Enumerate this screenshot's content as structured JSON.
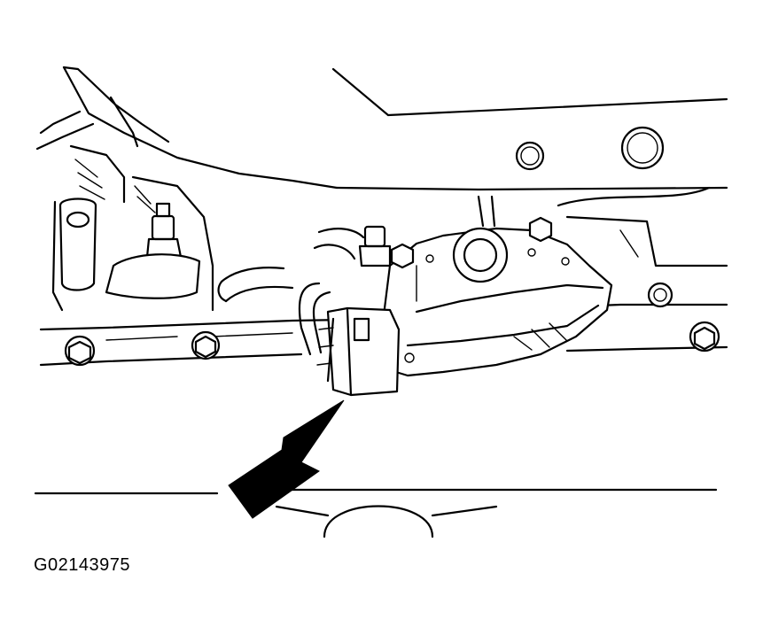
{
  "figure": {
    "description_id": "G02143975",
    "colors": {
      "ink": "#000000",
      "paper": "#ffffff"
    },
    "callout": {
      "type": "arrow",
      "points_to": "connector"
    }
  }
}
